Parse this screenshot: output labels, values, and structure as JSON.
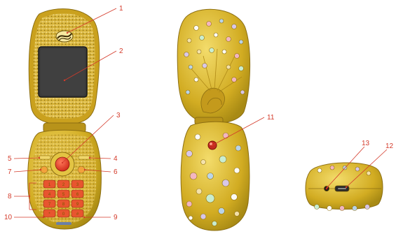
{
  "callouts": [
    {
      "number": "1"
    },
    {
      "number": "2"
    },
    {
      "number": "3"
    },
    {
      "number": "4"
    },
    {
      "number": "5"
    },
    {
      "number": "6"
    },
    {
      "number": "7"
    },
    {
      "number": "8"
    },
    {
      "number": "9"
    },
    {
      "number": "10"
    },
    {
      "number": "11"
    },
    {
      "number": "12"
    },
    {
      "number": "13"
    }
  ],
  "keypad": {
    "keys": [
      "1",
      "2",
      "3",
      "4",
      "5",
      "6",
      "7",
      "8",
      "9",
      "*",
      "0",
      "#"
    ]
  },
  "colors": {
    "gold": "#d9b52b",
    "gold_dark": "#a88a14",
    "gold_light": "#f2dc6a",
    "screen": "#3a3a3a",
    "callout": "#d43a2a",
    "nav_button": "#e8412d",
    "keypad_key": "#e8552f"
  },
  "views": [
    "front-open-view",
    "back-open-view",
    "side-view"
  ]
}
